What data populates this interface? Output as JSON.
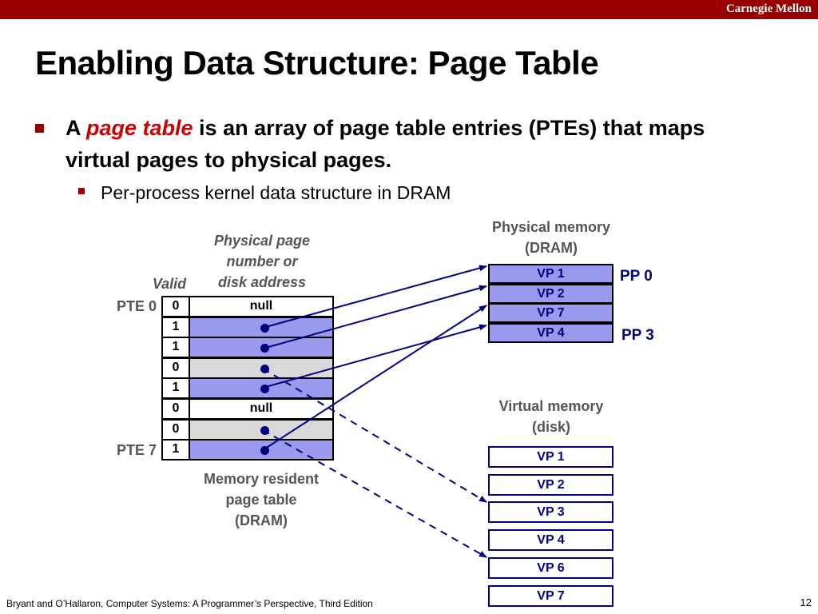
{
  "header": {
    "brand": "Carnegie Mellon",
    "accent_color": "#990000"
  },
  "title": "Enabling Data Structure: Page Table",
  "bullet1": {
    "prefix": "A ",
    "term": "page table",
    "suffix": " is an array of page table entries (PTEs) that maps virtual pages to physical pages."
  },
  "bullet2": "Per-process kernel data structure in DRAM",
  "page_table": {
    "valid_label": "Valid",
    "address_label": [
      "Physical page",
      "number or",
      "disk address"
    ],
    "pte0_label": "PTE 0",
    "pte7_label": "PTE 7",
    "caption": [
      "Memory resident",
      "page table",
      "(DRAM)"
    ],
    "rows": [
      {
        "valid": "0",
        "content": "null",
        "state": "white"
      },
      {
        "valid": "1",
        "content": "",
        "state": "blue"
      },
      {
        "valid": "1",
        "content": "",
        "state": "blue"
      },
      {
        "valid": "0",
        "content": "",
        "state": "grey"
      },
      {
        "valid": "1",
        "content": "",
        "state": "blue"
      },
      {
        "valid": "0",
        "content": "null",
        "state": "white"
      },
      {
        "valid": "0",
        "content": "",
        "state": "grey"
      },
      {
        "valid": "1",
        "content": "",
        "state": "blue"
      }
    ]
  },
  "physical_memory": {
    "label": [
      "Physical memory",
      "(DRAM)"
    ],
    "cells": [
      "VP 1",
      "VP 2",
      "VP 7",
      "VP 4"
    ],
    "pp0_label": "PP 0",
    "pp3_label": "PP 3"
  },
  "virtual_memory": {
    "label": [
      "Virtual memory",
      "(disk)"
    ],
    "cells": [
      "VP 1",
      "VP 2",
      "VP 3",
      "VP 4",
      "VP 6",
      "VP 7"
    ]
  },
  "footer": "Bryant and O’Hallaron, Computer Systems: A Programmer’s Perspective, Third Edition",
  "page_number": "12"
}
